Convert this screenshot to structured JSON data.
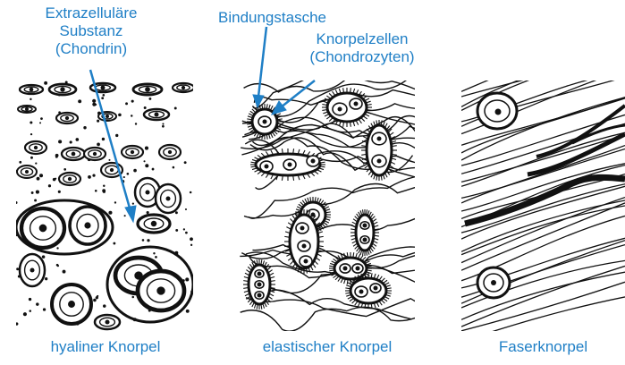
{
  "labels": {
    "extrazellulaer_line1": "Extrazelluläre",
    "extrazellulaer_line2": "Substanz",
    "extrazellulaer_line3": "(Chondrin)",
    "bindungstasche": "Bindungstasche",
    "knorpelzellen_line1": "Knorpelzellen",
    "knorpelzellen_line2": "(Chondrozyten)"
  },
  "panels": {
    "hyalin": "hyaliner Knorpel",
    "elastisch": "elastischer Knorpel",
    "faser": "Faserknorpel"
  },
  "colors": {
    "label_blue": "#1f7fc6",
    "ink": "#111111",
    "background": "#ffffff"
  }
}
